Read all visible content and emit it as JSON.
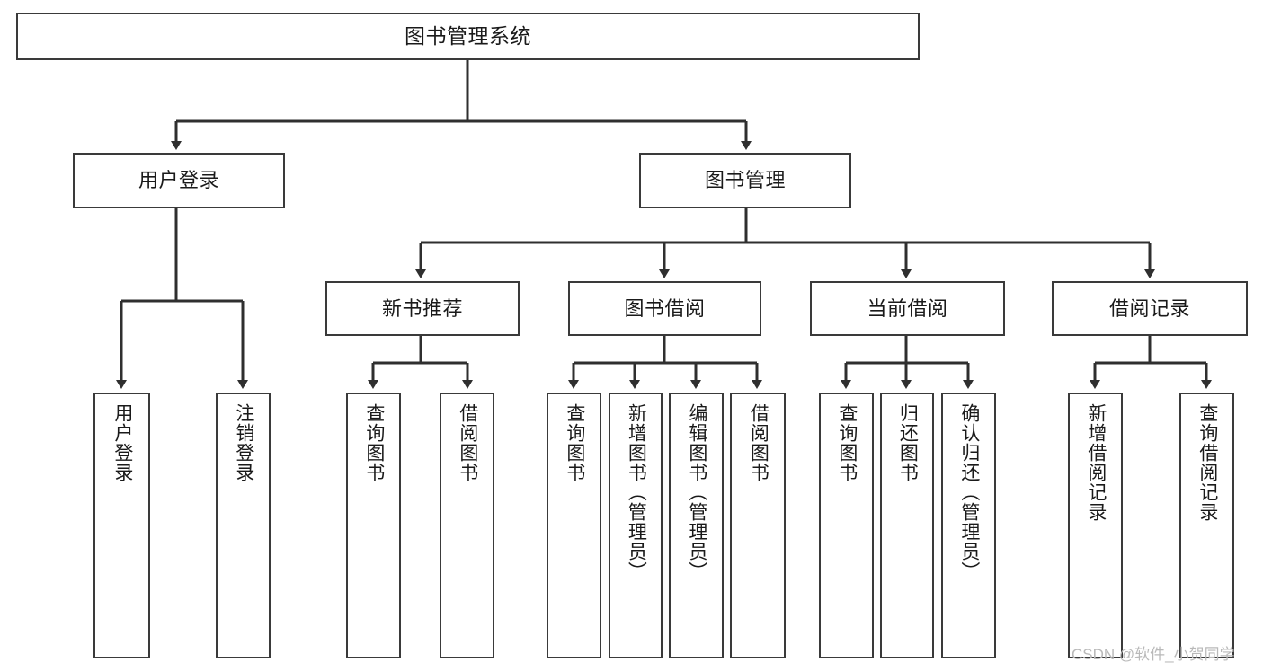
{
  "diagram": {
    "title": "图书管理系统",
    "type": "hierarchy-tree",
    "watermark": "CSDN @软件_小贺同学",
    "colors": {
      "box_border": "#3a3a3a",
      "box_fill": "#ffffff",
      "connector": "#2f2f2f",
      "text": "#1a1a1a",
      "watermark": "#b9b9b9"
    },
    "levels": {
      "root": {
        "label": "图书管理系统"
      },
      "level2": [
        {
          "label": "用户登录"
        },
        {
          "label": "图书管理"
        }
      ],
      "level3": [
        {
          "label": "新书推荐"
        },
        {
          "label": "图书借阅"
        },
        {
          "label": "当前借阅"
        },
        {
          "label": "借阅记录"
        }
      ],
      "leaves": {
        "user_login": [
          {
            "label": "用户登录"
          },
          {
            "label": "注销登录"
          }
        ],
        "new_book_recommend": [
          {
            "label": "查询图书"
          },
          {
            "label": "借阅图书"
          }
        ],
        "book_borrow": [
          {
            "label": "查询图书"
          },
          {
            "label": "新增图书（管理员）"
          },
          {
            "label": "编辑图书（管理员）"
          },
          {
            "label": "借阅图书"
          }
        ],
        "current_borrow": [
          {
            "label": "查询图书"
          },
          {
            "label": "归还图书"
          },
          {
            "label": "确认归还（管理员）"
          }
        ],
        "borrow_record": [
          {
            "label": "新增借阅记录"
          },
          {
            "label": "查询借阅记录"
          }
        ]
      }
    }
  }
}
